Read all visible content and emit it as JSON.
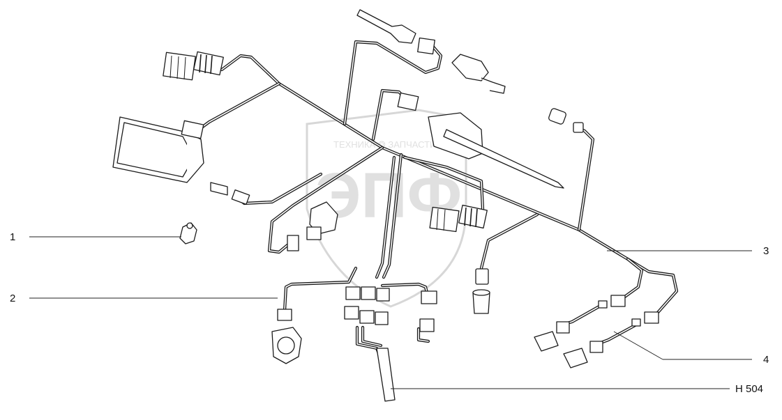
{
  "drawing": {
    "callouts": [
      {
        "id": "1",
        "label": "1"
      },
      {
        "id": "2",
        "label": "2"
      },
      {
        "id": "3",
        "label": "3"
      },
      {
        "id": "4",
        "label": "4"
      },
      {
        "id": "h504",
        "label": "H 504"
      }
    ],
    "watermark": {
      "top_text": "ТЕХНИКА ❂ ЗАПЧАСТИ",
      "logo_text": "ЭПФ"
    },
    "colors": {
      "line": "#1b1b1b",
      "watermark": "#c7c7c7",
      "background": "#ffffff"
    }
  }
}
